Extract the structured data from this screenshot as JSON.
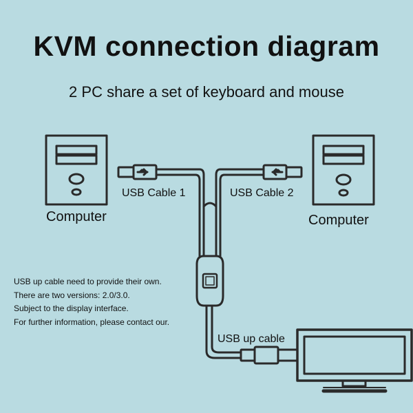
{
  "title": "KVM connection diagram",
  "subtitle": "2 PC share a set of keyboard and mouse",
  "cables": {
    "cable1": "USB Cable 1",
    "cable2": "USB Cable 2",
    "up": "USB up cable"
  },
  "computers": {
    "left": "Computer",
    "right": "Computer"
  },
  "notes": [
    "USB up cable need to provide their own.",
    "There are two versions: 2.0/3.0.",
    "Subject to the display interface.",
    "For further information, please contact our."
  ],
  "colors": {
    "background": "#b9dbe1",
    "line": "#2a2a2a"
  }
}
